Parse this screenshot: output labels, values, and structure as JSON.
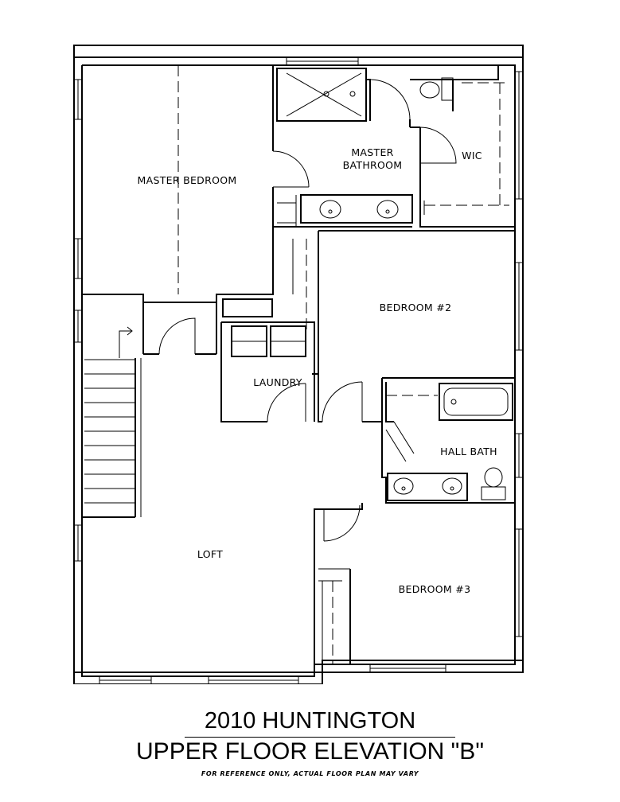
{
  "rooms": {
    "master_bedroom": "MASTER BEDROOM",
    "master_bathroom_line1": "MASTER",
    "master_bathroom_line2": "BATHROOM",
    "wic": "WIC",
    "bedroom2": "BEDROOM #2",
    "laundry": "LAUNDRY",
    "hall_bath": "HALL BATH",
    "loft": "LOFT",
    "bedroom3": "BEDROOM #3"
  },
  "title": {
    "line1": "2010 HUNTINGTON",
    "line2": "UPPER FLOOR ELEVATION \"B\""
  },
  "disclaimer": "FOR REFERENCE ONLY, ACTUAL FLOOR PLAN MAY VARY"
}
